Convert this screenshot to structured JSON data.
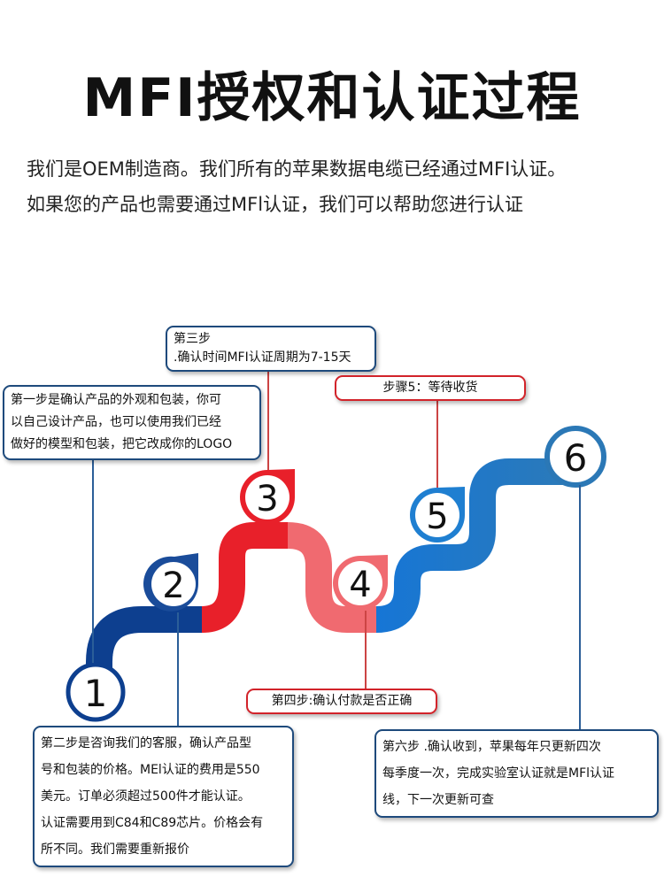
{
  "title": "MFI授权和认证过程",
  "intro": [
    "我们是OEM制造商。我们所有的苹果数据电缆已经通过MFI认证。",
    "如果您的产品也需要通过MFl认证，我们可以帮助您进行认证"
  ],
  "steps": [
    {
      "number": "1",
      "color": "#0d3f8f",
      "lines": [
        "第一步是确认产品的外观和包装，你可",
        "以自己设计产品，也可以使用我们已经",
        "做好的模型和包装，把它改成你的LOGO"
      ]
    },
    {
      "number": "2",
      "color": "#1a4c9a",
      "lines": [
        "第二步是咨询我们的客服，确认产品型",
        "号和包装的价格。MEl认证的费用是550",
        "美元。订单必须超过500件才能认证。",
        "认证需要用到C84和C89芯片。价格会有",
        "所不同。我们需要重新报价"
      ]
    },
    {
      "number": "3",
      "color": "#e8202a",
      "lines": [
        "第三步",
        ".确认时间MFI认证周期为7-15天"
      ]
    },
    {
      "number": "4",
      "color": "#f06a70",
      "lines": [
        "第四步:确认付款是否正确"
      ]
    },
    {
      "number": "5",
      "color": "#1f7fd1",
      "lines": [
        "步骤5：等待收货"
      ]
    },
    {
      "number": "6",
      "color": "#2b78b6",
      "lines": [
        "第六步 .确认收到，苹果每年只更新四次",
        "每季度一次，完成实验室认证就是MFl认证",
        "线，下一次更新可查"
      ]
    }
  ],
  "colors": {
    "navy": "#0d3f8f",
    "red": "#e8202a",
    "pink": "#f06a70",
    "blue": "#1f7fd1",
    "steel": "#2b78b6"
  }
}
